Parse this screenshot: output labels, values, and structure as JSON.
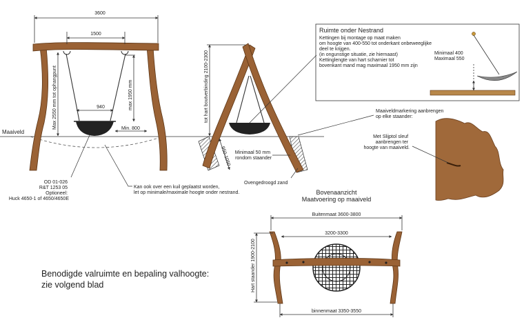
{
  "front_view": {
    "width": "3600",
    "chain_spacing": "1500",
    "seat": "940",
    "height_to_hook": "Max 2550 mm tot ophangpunt",
    "max_seat_height": "max 1950 mm",
    "min_clearance": "Min. 800",
    "ground_label": "Maaiveld"
  },
  "part_numbers": [
    "OD 01-026",
    "R&T 1253 05",
    "Optioneel:",
    "Huck 4650-1 of 4650/4650E"
  ],
  "pit_note": [
    "Kan ook over een kuil geplaatst worden,",
    "let op minimale/maximale hoogte onder nestrand."
  ],
  "side_view": {
    "height": "tot hart boutverbinding 2100-2300",
    "depth": "950-1050",
    "min_gap": [
      "Minimaal 50 mm",
      "rondom staander"
    ],
    "sand": "Ovengedroogd zand"
  },
  "info_box": {
    "title": "Ruimte onder Nestrand",
    "lines": [
      "Kettingen bij montage op maat maken",
      "om hoogte van 400-550 tot onderkant onbeweeglijke",
      "deel te krijgen.",
      "(in ongunstige situatie, zie hiernaast)",
      "Kettinglengte van hart scharnier tot",
      "bovenkant mand mag maximaal 1950 mm zijn"
    ],
    "min_label": "Minimaal 400",
    "max_label": "Maximaal 550"
  },
  "ground_marking": [
    "Maaiveldmarkering aanbrengen",
    "op elke staander:"
  ],
  "slot_note": [
    "Met Slijptol sleuf",
    "aanbrengen  ter",
    "hoogte van maaiveld."
  ],
  "top_view": {
    "title": "Bovenaanzicht",
    "subtitle": "Maatvoering op maaiveld",
    "outer": "Buitenmaat 3600-3800",
    "inner_top": "3200-3300",
    "inner_bottom": "binnenmaat 3350-3550",
    "post_center": "Hart staander 1900-2100"
  },
  "fall_space": [
    "Benodigde valruimte en bepaling valhoogte:",
    "zie volgend blad"
  ]
}
